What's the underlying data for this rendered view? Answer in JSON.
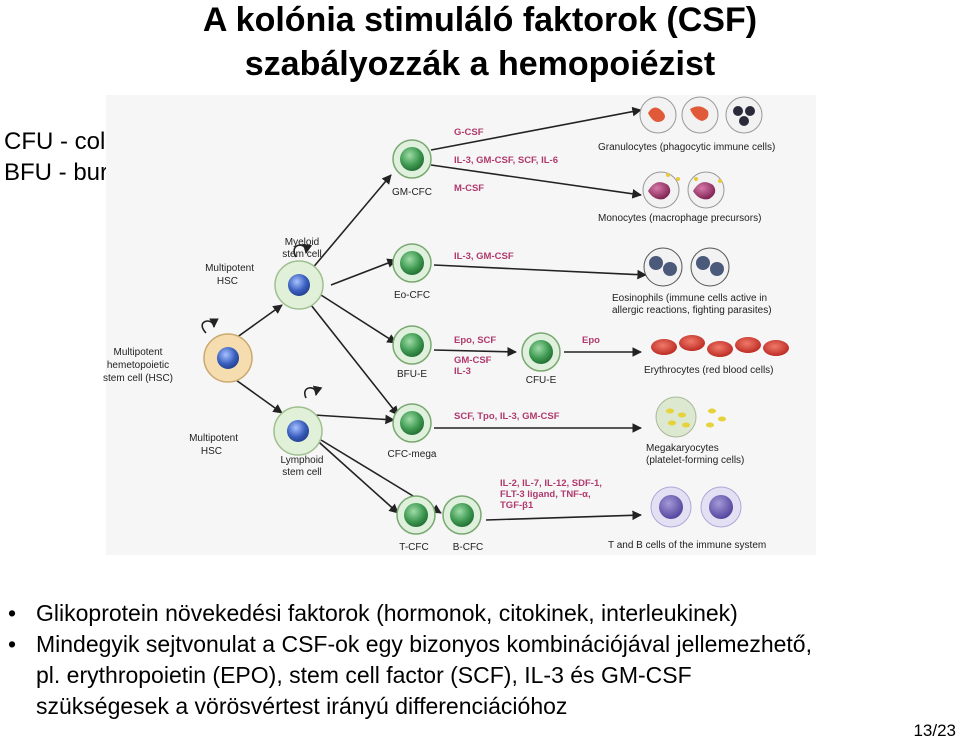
{
  "title": {
    "line1": "A kolónia stimuláló faktorok (CSF)",
    "line2": "szabályozzák a hemopoiézist"
  },
  "definitions": [
    "CFU - colony forming unit",
    "BFU - burst forming unit"
  ],
  "diagram": {
    "hsc_label_lines": [
      "Multipotent",
      "hemetopoietic",
      "stem cell (HSC)"
    ],
    "hsc_top_label_lines": [
      "Multipotent",
      "HSC"
    ],
    "hsc_bottom_label_lines": [
      "Multipotent",
      "HSC"
    ],
    "myeloid_label_lines": [
      "Myeloid",
      "stem cell"
    ],
    "lymphoid_label_lines": [
      "Lymphoid",
      "stem cell"
    ],
    "progenitors": {
      "gm_cfc": "GM-CFC",
      "eo_cfc": "Eo-CFC",
      "bfu_e": "BFU-E",
      "cfu_e": "CFU-E",
      "cfc_mega": "CFC-mega",
      "t_cfc": "T-CFC",
      "b_cfc": "B-CFC"
    },
    "factors": {
      "g_csf": "G-CSF",
      "il3_gm_scf_il6": "IL-3, GM-CSF, SCF, IL-6",
      "m_csf": "M-CSF",
      "il3_gm": "IL-3, GM-CSF",
      "epo_scf": "Epo, SCF",
      "gm_csf_il3_lines": [
        "GM-CSF",
        "IL-3"
      ],
      "epo": "Epo",
      "mega_factors": "SCF, Tpo, IL-3, GM-CSF",
      "lymph_factor_lines": [
        "IL-2, IL-7, IL-12, SDF-1,",
        "FLT-3 ligand, TNF-α,",
        "TGF-β1"
      ]
    },
    "outcomes": {
      "granulocytes": "Granulocytes (phagocytic immune cells)",
      "monocytes": "Monocytes (macrophage precursors)",
      "eosinophils_lines": [
        "Eosinophils (immune cells active in",
        "allergic reactions, fighting parasites)"
      ],
      "erythrocytes": "Erythrocytes (red blood cells)",
      "megakaryocytes_lines": [
        "Megakaryocytes",
        "(platelet-forming cells)"
      ],
      "tb_cells": "T and B cells of the immune system"
    },
    "colors": {
      "factor_text": "#b03a6e",
      "progenitor_green": "#3f9a52",
      "hsc_blue": "#3a5fbf"
    }
  },
  "bullets": [
    [
      "Glikoprotein növekedési faktorok (hormonok, citokinek, interleukinek)"
    ],
    [
      "Mindegyik sejtvonulat a CSF-ok egy bizonyos kombinációjával jellemezhető,",
      "pl. erythropoietin (EPO), stem cell factor (SCF), IL-3 és GM-CSF",
      "szükségesek a vörösvértest irányú differenciációhoz"
    ]
  ],
  "bullet_symbol": "•",
  "page_number": "13/23"
}
